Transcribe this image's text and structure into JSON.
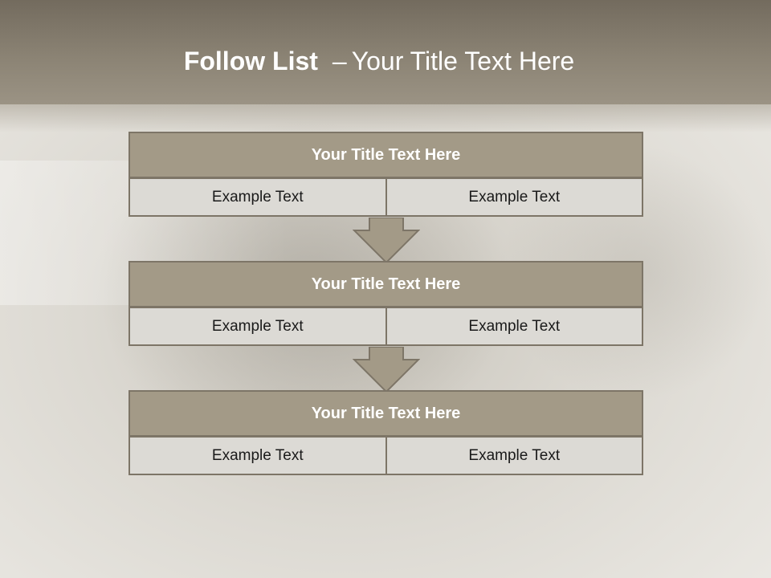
{
  "slide": {
    "title_bold": "Follow List",
    "title_separator": "–",
    "title_rest": "Your Title Text Here"
  },
  "blocks": [
    {
      "title": "Your Title Text Here",
      "cells": [
        "Example Text",
        "Example Text"
      ]
    },
    {
      "title": "Your Title Text Here",
      "cells": [
        "Example Text",
        "Example Text"
      ]
    },
    {
      "title": "Your Title Text Here",
      "cells": [
        "Example Text",
        "Example Text"
      ]
    }
  ],
  "colors": {
    "header": "#8b8374",
    "block_title_fill": "#a39a87",
    "cell_fill": "#dcdad5",
    "border": "#7d7567",
    "arrow_fill": "#a39a87"
  }
}
